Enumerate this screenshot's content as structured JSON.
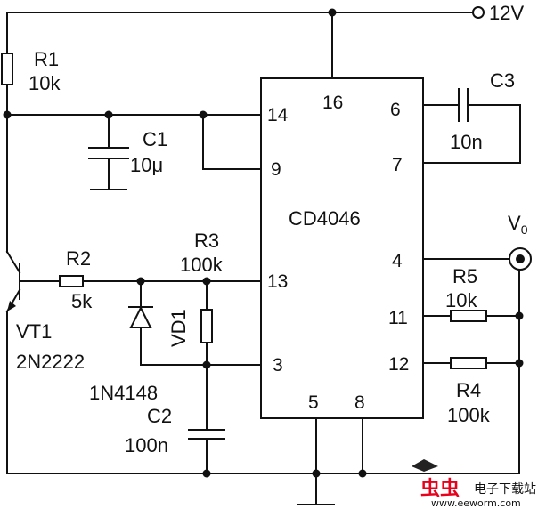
{
  "supply": {
    "label": "12V"
  },
  "ic": {
    "name": "CD4046",
    "pins": {
      "p16": "16",
      "p14": "14",
      "p9": "9",
      "p13": "13",
      "p3": "3",
      "p6": "6",
      "p7": "7",
      "p4": "4",
      "p11": "11",
      "p12": "12",
      "p5": "5",
      "p8": "8"
    }
  },
  "r1": {
    "name": "R1",
    "value": "10k"
  },
  "c1": {
    "name": "C1",
    "value": "10μ"
  },
  "c3": {
    "name": "C3",
    "value": "10n"
  },
  "vt1": {
    "name": "VT1",
    "part": "2N2222"
  },
  "r2": {
    "name": "R2",
    "value": "5k"
  },
  "r3": {
    "name": "R3",
    "value": "100k"
  },
  "vd1": {
    "name": "VD1",
    "part": "1N4148"
  },
  "c2": {
    "name": "C2",
    "value": "100n"
  },
  "r5": {
    "name": "R5",
    "value": "10k"
  },
  "r4": {
    "name": "R4",
    "value": "100k"
  },
  "output": {
    "label": "V",
    "subscript": "0"
  },
  "watermark": {
    "brand": "电子下载站",
    "url": "www.eeworm.com"
  }
}
